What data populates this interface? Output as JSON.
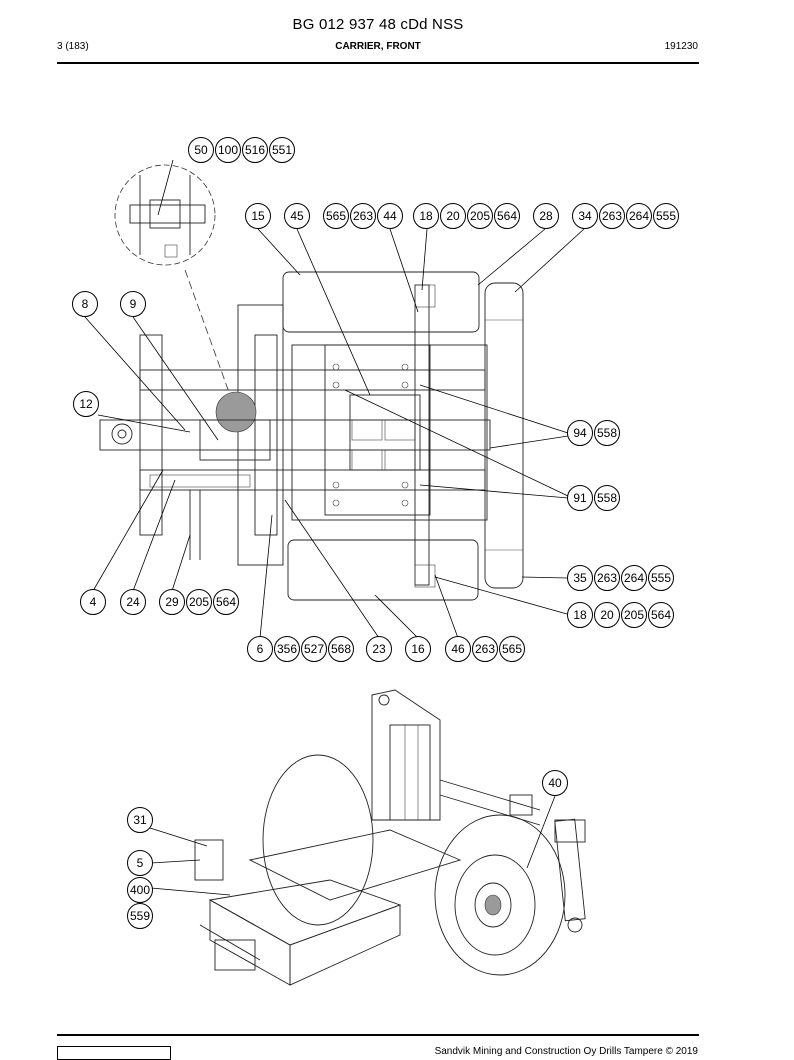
{
  "header": {
    "doc_title": "BG 012 937 48 cDd NSS",
    "page": "3 (183)",
    "section": "CARRIER, FRONT",
    "date": "191230"
  },
  "footer": {
    "copyright": "Sandvik Mining and Construction Oy Drills Tampere © 2019"
  },
  "callouts": {
    "top_view": [
      [
        "50",
        "100",
        "516",
        "551"
      ],
      [
        "15"
      ],
      [
        "45"
      ],
      [
        "565",
        "263",
        "44"
      ],
      [
        "18",
        "20",
        "205",
        "564"
      ],
      [
        "28"
      ],
      [
        "34",
        "263",
        "264",
        "555"
      ],
      [
        "8"
      ],
      [
        "9"
      ],
      [
        "12"
      ],
      [
        "94",
        "558"
      ],
      [
        "91",
        "558"
      ],
      [
        "35",
        "263",
        "264",
        "555"
      ],
      [
        "18",
        "20",
        "205",
        "564"
      ],
      [
        "4"
      ],
      [
        "24"
      ],
      [
        "29",
        "205",
        "564"
      ],
      [
        "6",
        "356",
        "527",
        "568"
      ],
      [
        "23"
      ],
      [
        "16"
      ],
      [
        "46",
        "263",
        "565"
      ]
    ],
    "iso_view": [
      [
        "40"
      ],
      [
        "31"
      ],
      [
        "5"
      ],
      [
        "400"
      ],
      [
        "559"
      ]
    ]
  }
}
